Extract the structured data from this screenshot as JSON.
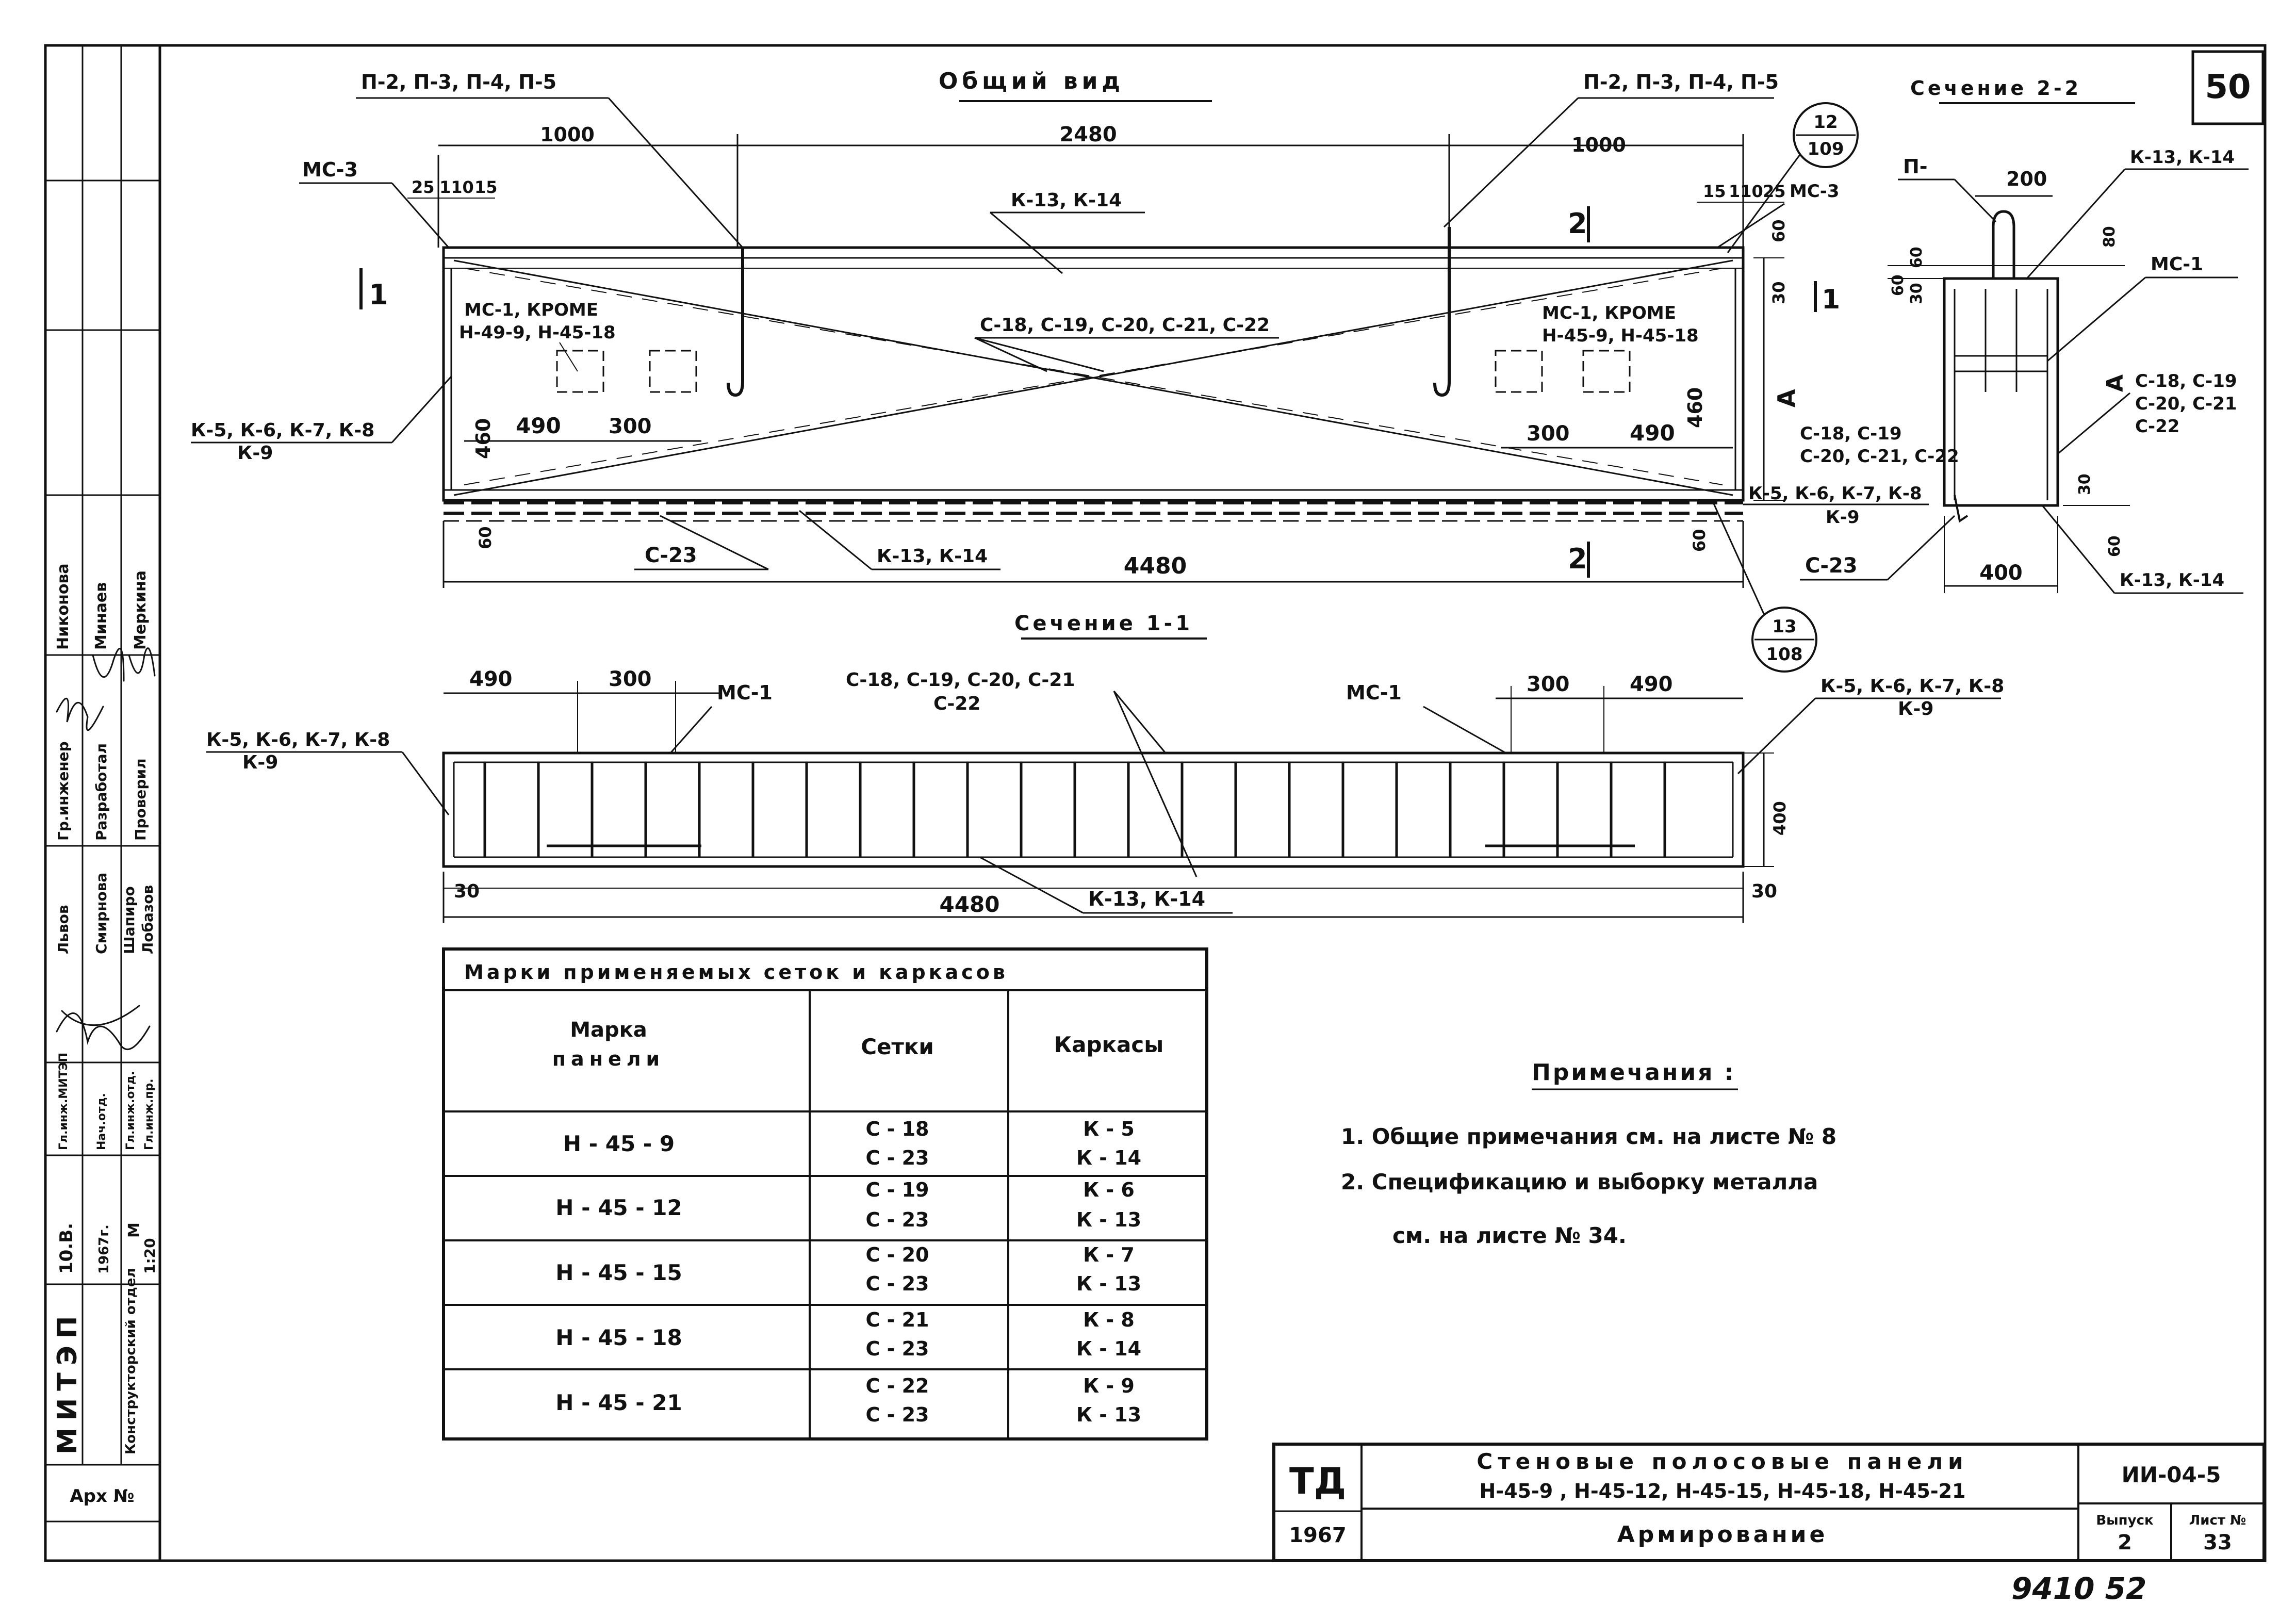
{
  "sheet_number": "50",
  "general_view": {
    "title": "Общий вид",
    "loops_left": "П-2, П-3, П-4, П-5",
    "loops_right": "П-2, П-3, П-4, П-5",
    "dim_left_1000": "1000",
    "dim_center_2480": "2480",
    "dim_right_1000": "1000",
    "dims_left_small": [
      "25",
      "110",
      "15"
    ],
    "dims_right_small": [
      "15",
      "110",
      "25"
    ],
    "mc3_left": "МС-3",
    "mc3_right": "МС-3",
    "callout_top": {
      "num": "12",
      "sheet": "109"
    },
    "callout_bottom": {
      "num": "13",
      "sheet": "108"
    },
    "k13_top": "К-13, К-14",
    "k13_bottom": "К-13, К-14",
    "c_mesh": "С-18, С-19, С-20, С-21, С-22",
    "mc1_left_l1": "МС-1, КРОМЕ",
    "mc1_left_l2": "Н-49-9, Н-45-18",
    "mc1_right_l1": "МС-1, КРОМЕ",
    "mc1_right_l2": "Н-45-9, Н-45-18",
    "k5_left_l1": "К-5, К-6, К-7, К-8",
    "k5_left_l2": "К-9",
    "k5_right_l1": "К-5, К-6, К-7, К-8",
    "k5_right_l2": "К-9",
    "c_right_l1": "С-18, С-19",
    "c_right_l2": "С-20, С-21, С-22",
    "dim_490_left": "490",
    "dim_300_left": "300",
    "dim_300_right": "300",
    "dim_490_right": "490",
    "dim_460_left": "460",
    "dim_460_right": "460",
    "dim_60_left": "60",
    "dim_60_right": "60",
    "dim_60_top": "60",
    "dim_30_top": "30",
    "c23": "С-23",
    "dim_4480": "4480",
    "sec1": "1",
    "sec2": "2",
    "axis_a": "А"
  },
  "section22": {
    "title": "Сечение 2-2",
    "p_label": "П-",
    "dim_200": "200",
    "k13_top": "К-13, К-14",
    "mc1": "МС-1",
    "dim_60_a": "60",
    "dim_60_b": "60",
    "dim_30": "30",
    "dim_80": "80",
    "c_l1": "С-18, С-19",
    "c_l2": "С-20, С-21",
    "c_l3": "С-22",
    "dim_30_side": "30",
    "dim_60_bottom": "60",
    "c23": "С-23",
    "dim_400": "400",
    "k13_bottom": "К-13, К-14",
    "axis_a": "А",
    "sec1": "1"
  },
  "section11": {
    "title": "Сечение 1-1",
    "dim_490_l": "490",
    "dim_300_l": "300",
    "mc1_l": "МС-1",
    "c_l1": "С-18, С-19, С-20, С-21",
    "c_l2": "С-22",
    "mc1_r": "МС-1",
    "dim_300_r": "300",
    "dim_490_r": "490",
    "k5_l_l1": "К-5, К-6, К-7, К-8",
    "k5_l_l2": "К-9",
    "k5_r_l1": "К-5, К-6, К-7, К-8",
    "k5_r_l2": "К-9",
    "dim_400": "400",
    "dim_30_l": "30",
    "dim_30_r": "30",
    "dim_4480": "4480",
    "k13": "К-13, К-14"
  },
  "marks_table": {
    "title": "Марки применяемых сеток и каркасов",
    "col_panel_l1": "Марка",
    "col_panel_l2": "панели",
    "col_meshes": "Сетки",
    "col_frames": "Каркасы",
    "rows": [
      {
        "panel": "Н - 45 - 9",
        "meshes": [
          "С - 18",
          "С - 23"
        ],
        "frames": [
          "К - 5",
          "К - 14"
        ]
      },
      {
        "panel": "Н - 45 - 12",
        "meshes": [
          "С - 19",
          "С - 23"
        ],
        "frames": [
          "К - 6",
          "К - 13"
        ]
      },
      {
        "panel": "Н - 45 - 15",
        "meshes": [
          "С - 20",
          "С - 23"
        ],
        "frames": [
          "К - 7",
          "К - 13"
        ]
      },
      {
        "panel": "Н - 45 - 18",
        "meshes": [
          "С - 21",
          "С - 23"
        ],
        "frames": [
          "К - 8",
          "К - 14"
        ]
      },
      {
        "panel": "Н - 45 - 21",
        "meshes": [
          "С - 22",
          "С - 23"
        ],
        "frames": [
          "К - 9",
          "К - 13"
        ]
      }
    ]
  },
  "notes": {
    "title": "Примечания :",
    "n1": "1. Общие примечания см. на листе № 8",
    "n2": "2. Спецификацию и выборку металла",
    "n2b": "см. на листе № 34."
  },
  "title_block": {
    "org": "ТД",
    "year": "1967",
    "name_l1": "Стеновые полосовые панели",
    "name_l2": "Н-45-9 , Н-45-12, Н-45-15, Н-45-18, Н-45-21",
    "subtitle": "Армирование",
    "code": "ИИ-04-5",
    "issue_label": "Выпуск",
    "issue": "2",
    "sheet_label": "Лист №",
    "sheet": "33"
  },
  "stamp": {
    "org": "МИТЭП",
    "dept": "Конструкторский отдел",
    "arch": "Арх №",
    "date": "10.В.",
    "year": "1967г.",
    "scale_m": "М",
    "scale": "1:20",
    "roles": [
      "Гл.инж.МИТЭП",
      "Нач.отд.",
      "Гл.инж.отд.",
      "Гл.инж.пр."
    ],
    "roles2": [
      "Гр.инженер",
      "Разработал",
      "Проверил"
    ],
    "names": [
      "Львов",
      "Смирнова",
      "Шапиро",
      "Лобазов"
    ],
    "names2": [
      "Никонова",
      "Минаев",
      "Меркина"
    ]
  },
  "handwritten_bottom": "9410   52"
}
